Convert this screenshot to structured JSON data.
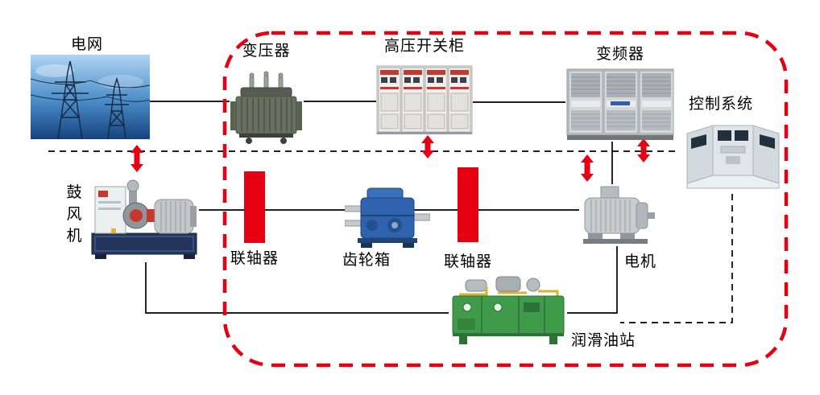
{
  "diagram": {
    "boundary_color": "#e60012",
    "arrow_color": "#e60012",
    "line_color": "#000000",
    "nodes": {
      "grid": {
        "label": "电网"
      },
      "transformer": {
        "label": "变压器"
      },
      "switchgear": {
        "label": "高压开关柜"
      },
      "vfd": {
        "label": "变频器"
      },
      "control_system": {
        "label": "控制系统"
      },
      "blower": {
        "label": "鼓风机"
      },
      "coupling_left": {
        "label": "联轴器"
      },
      "gearbox": {
        "label": "齿轮箱"
      },
      "coupling_right": {
        "label": "联轴器"
      },
      "motor": {
        "label": "电机"
      },
      "lube_station": {
        "label": "润滑油站"
      }
    },
    "edges": [
      {
        "from": "grid",
        "to": "transformer",
        "style": "solid"
      },
      {
        "from": "transformer",
        "to": "switchgear",
        "style": "solid"
      },
      {
        "from": "switchgear",
        "to": "vfd",
        "style": "solid"
      },
      {
        "from": "vfd",
        "to": "motor",
        "style": "solid"
      },
      {
        "from": "blower",
        "to": "coupling_left",
        "style": "solid"
      },
      {
        "from": "coupling_left",
        "to": "gearbox",
        "style": "solid"
      },
      {
        "from": "gearbox",
        "to": "coupling_right",
        "style": "solid"
      },
      {
        "from": "coupling_right",
        "to": "motor",
        "style": "solid"
      },
      {
        "from": "blower",
        "to": "lube_station",
        "style": "solid"
      },
      {
        "from": "motor",
        "to": "lube_station",
        "style": "solid"
      },
      {
        "from": "control_system",
        "to": "lube_station",
        "style": "dashed"
      },
      {
        "from": "grid",
        "to": "blower",
        "style": "red-double-arrow"
      },
      {
        "from": "switchgear",
        "to": "power-bus",
        "style": "red-double-arrow"
      },
      {
        "from": "vfd",
        "to": "power-bus",
        "style": "red-double-arrow"
      },
      {
        "from": "vfd",
        "to": "motor",
        "style": "red-double-arrow"
      }
    ]
  }
}
